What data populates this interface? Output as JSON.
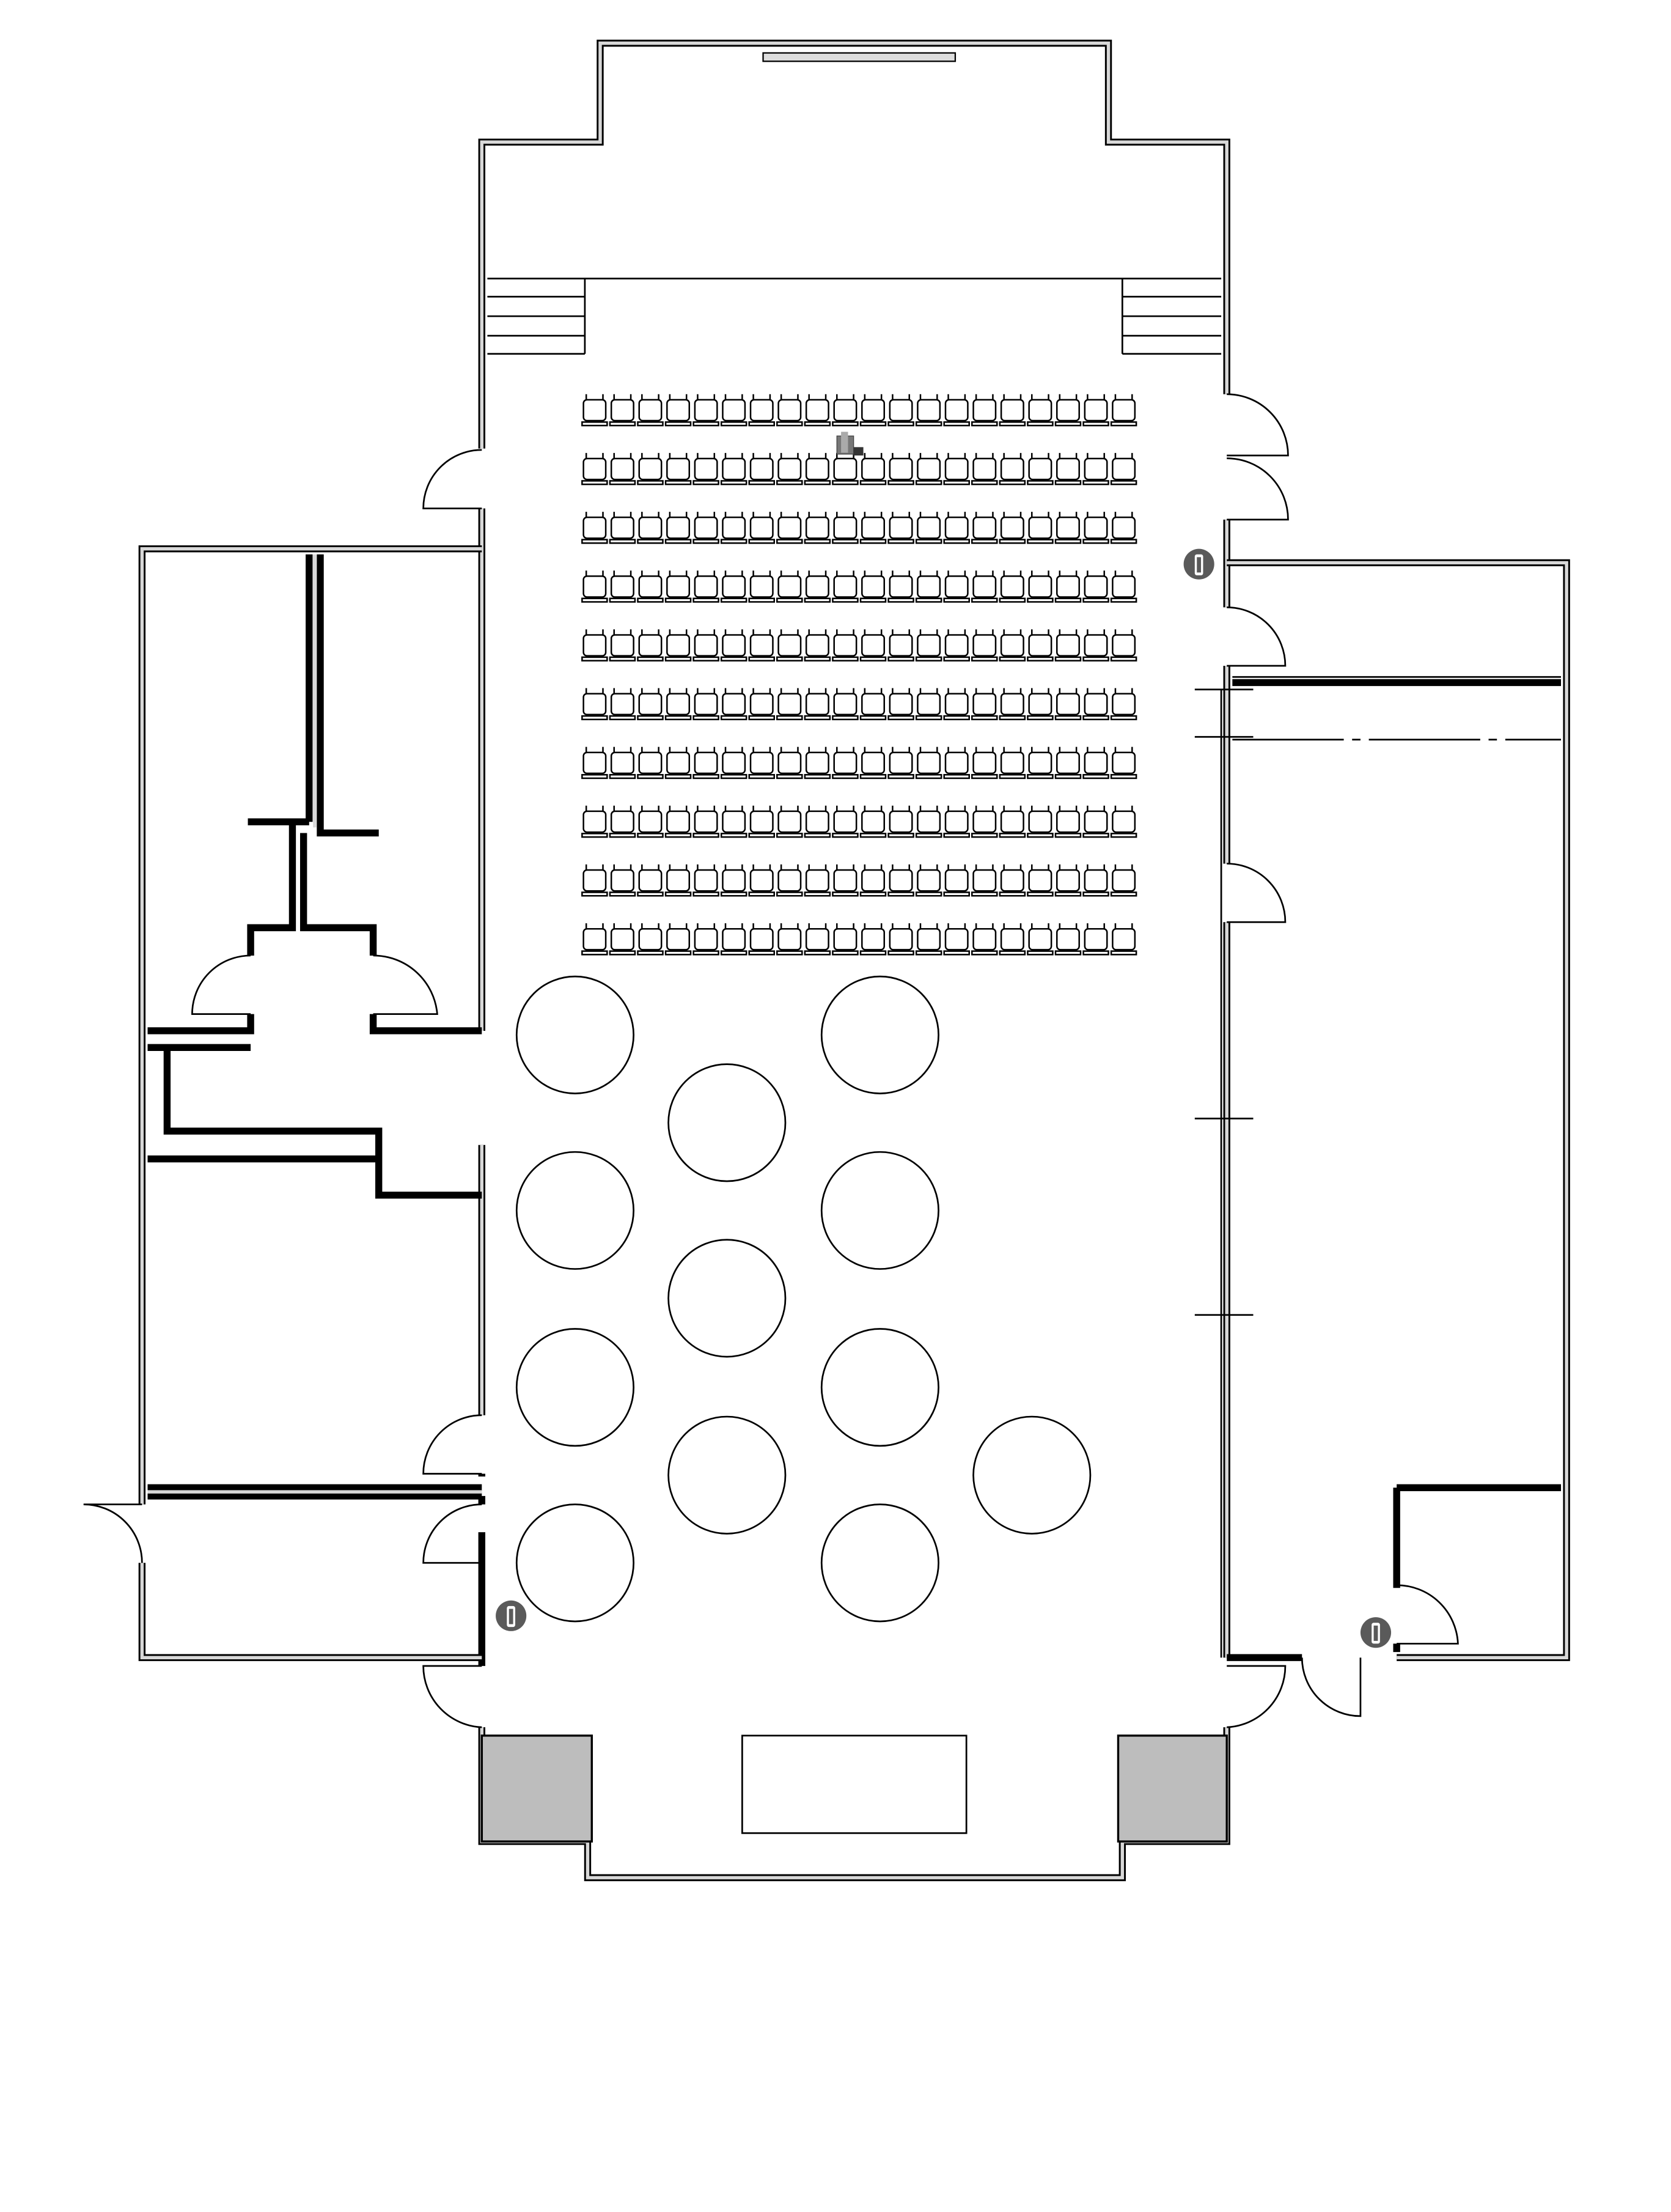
{
  "floor_plan": {
    "title": "",
    "seating": {
      "rows": 10,
      "chairs_per_row": 20
    },
    "round_tables": 12,
    "icons": [
      "chair-icon",
      "round-table-icon",
      "fire-extinguisher-icon",
      "av-equipment-icon",
      "door-swing-icon",
      "stairs-icon"
    ],
    "colors": {
      "line": "#000000",
      "wall_fill": "#d8d8d8",
      "extinguisher": "#5a5a5a",
      "background": "#ffffff"
    }
  }
}
